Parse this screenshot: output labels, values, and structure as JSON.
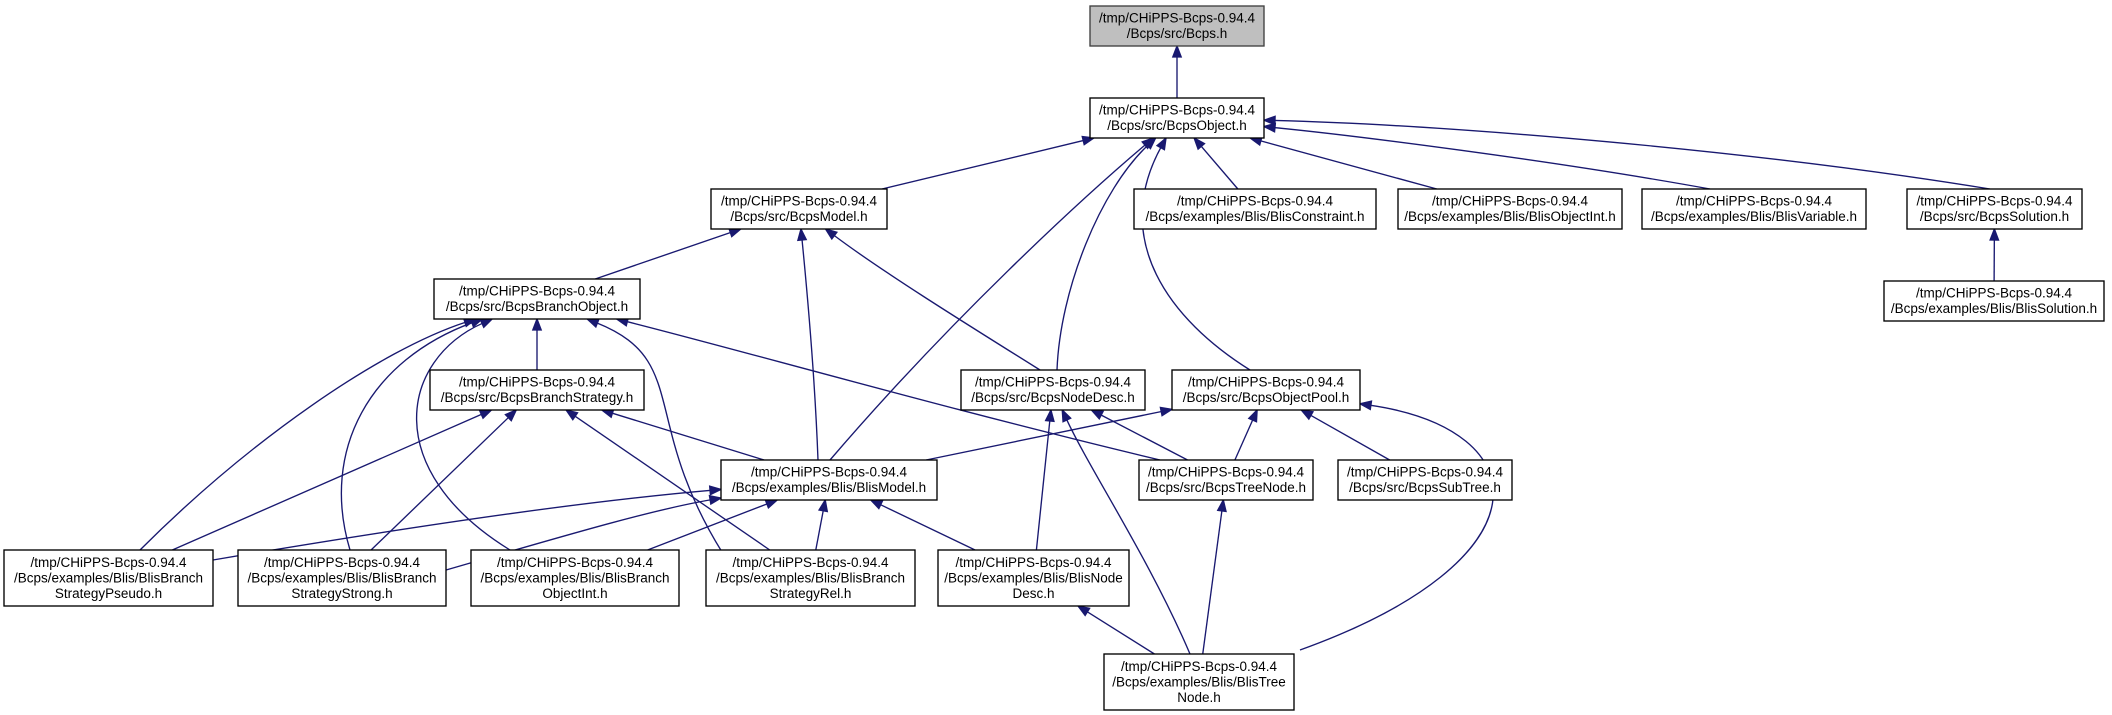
{
  "diagram": {
    "type": "include-dependency-graph",
    "edge_color": "#191970",
    "root_fill": "#bfbfbf",
    "nodes": [
      {
        "id": "bcps_h",
        "lines": [
          "/tmp/CHiPPS-Bcps-0.94.4",
          "/Bcps/src/Bcps.h"
        ],
        "root": true
      },
      {
        "id": "bcpsobject_h",
        "lines": [
          "/tmp/CHiPPS-Bcps-0.94.4",
          "/Bcps/src/BcpsObject.h"
        ]
      },
      {
        "id": "bcpsmodel_h",
        "lines": [
          "/tmp/CHiPPS-Bcps-0.94.4",
          "/Bcps/src/BcpsModel.h"
        ]
      },
      {
        "id": "blisconstraint_h",
        "lines": [
          "/tmp/CHiPPS-Bcps-0.94.4",
          "/Bcps/examples/Blis/BlisConstraint.h"
        ]
      },
      {
        "id": "blisobjectint_h",
        "lines": [
          "/tmp/CHiPPS-Bcps-0.94.4",
          "/Bcps/examples/Blis/BlisObjectInt.h"
        ]
      },
      {
        "id": "blisvariable_h",
        "lines": [
          "/tmp/CHiPPS-Bcps-0.94.4",
          "/Bcps/examples/Blis/BlisVariable.h"
        ]
      },
      {
        "id": "bcpssolution_h",
        "lines": [
          "/tmp/CHiPPS-Bcps-0.94.4",
          "/Bcps/src/BcpsSolution.h"
        ]
      },
      {
        "id": "blissolution_h",
        "lines": [
          "/tmp/CHiPPS-Bcps-0.94.4",
          "/Bcps/examples/Blis/BlisSolution.h"
        ]
      },
      {
        "id": "bcpsbranchobject_h",
        "lines": [
          "/tmp/CHiPPS-Bcps-0.94.4",
          "/Bcps/src/BcpsBranchObject.h"
        ]
      },
      {
        "id": "bcpsbranchstrategy_h",
        "lines": [
          "/tmp/CHiPPS-Bcps-0.94.4",
          "/Bcps/src/BcpsBranchStrategy.h"
        ]
      },
      {
        "id": "bcpsnodedesc_h",
        "lines": [
          "/tmp/CHiPPS-Bcps-0.94.4",
          "/Bcps/src/BcpsNodeDesc.h"
        ]
      },
      {
        "id": "bcpsobjectpool_h",
        "lines": [
          "/tmp/CHiPPS-Bcps-0.94.4",
          "/Bcps/src/BcpsObjectPool.h"
        ]
      },
      {
        "id": "blismodel_h",
        "lines": [
          "/tmp/CHiPPS-Bcps-0.94.4",
          "/Bcps/examples/Blis/BlisModel.h"
        ]
      },
      {
        "id": "bcpstreenode_h",
        "lines": [
          "/tmp/CHiPPS-Bcps-0.94.4",
          "/Bcps/src/BcpsTreeNode.h"
        ]
      },
      {
        "id": "bcpssubtree_h",
        "lines": [
          "/tmp/CHiPPS-Bcps-0.94.4",
          "/Bcps/src/BcpsSubTree.h"
        ]
      },
      {
        "id": "blisbranchstrategypseudo_h",
        "lines": [
          "/tmp/CHiPPS-Bcps-0.94.4",
          "/Bcps/examples/Blis/BlisBranch",
          "StrategyPseudo.h"
        ]
      },
      {
        "id": "blisbranchstrategystrong_h",
        "lines": [
          "/tmp/CHiPPS-Bcps-0.94.4",
          "/Bcps/examples/Blis/BlisBranch",
          "StrategyStrong.h"
        ]
      },
      {
        "id": "blisbranchobjectint_h",
        "lines": [
          "/tmp/CHiPPS-Bcps-0.94.4",
          "/Bcps/examples/Blis/BlisBranch",
          "ObjectInt.h"
        ]
      },
      {
        "id": "blisbranchstrategyrel_h",
        "lines": [
          "/tmp/CHiPPS-Bcps-0.94.4",
          "/Bcps/examples/Blis/BlisBranch",
          "StrategyRel.h"
        ]
      },
      {
        "id": "blisnodedesc_h",
        "lines": [
          "/tmp/CHiPPS-Bcps-0.94.4",
          "/Bcps/examples/Blis/BlisNode",
          "Desc.h"
        ]
      },
      {
        "id": "blistreenode_h",
        "lines": [
          "/tmp/CHiPPS-Bcps-0.94.4",
          "/Bcps/examples/Blis/BlisTree",
          "Node.h"
        ]
      }
    ],
    "edges": [
      {
        "from": "bcpsobject_h",
        "to": "bcps_h"
      },
      {
        "from": "bcpsmodel_h",
        "to": "bcpsobject_h"
      },
      {
        "from": "blismodel_h",
        "to": "bcpsobject_h"
      },
      {
        "from": "bcpsnodedesc_h",
        "to": "bcpsobject_h"
      },
      {
        "from": "bcpsobjectpool_h",
        "to": "bcpsobject_h"
      },
      {
        "from": "blisconstraint_h",
        "to": "bcpsobject_h"
      },
      {
        "from": "blisobjectint_h",
        "to": "bcpsobject_h"
      },
      {
        "from": "blisvariable_h",
        "to": "bcpsobject_h"
      },
      {
        "from": "bcpssolution_h",
        "to": "bcpsobject_h"
      },
      {
        "from": "blissolution_h",
        "to": "bcpssolution_h"
      },
      {
        "from": "bcpsbranchobject_h",
        "to": "bcpsmodel_h"
      },
      {
        "from": "blismodel_h",
        "to": "bcpsmodel_h"
      },
      {
        "from": "bcpsnodedesc_h",
        "to": "bcpsmodel_h"
      },
      {
        "from": "bcpsbranchstrategy_h",
        "to": "bcpsbranchobject_h"
      },
      {
        "from": "bcpstreenode_h",
        "to": "bcpsbranchobject_h"
      },
      {
        "from": "blisbranchstrategypseudo_h",
        "to": "bcpsbranchobject_h"
      },
      {
        "from": "blisbranchstrategystrong_h",
        "to": "bcpsbranchobject_h"
      },
      {
        "from": "blisbranchobjectint_h",
        "to": "bcpsbranchobject_h"
      },
      {
        "from": "blisbranchstrategyrel_h",
        "to": "bcpsbranchobject_h"
      },
      {
        "from": "blismodel_h",
        "to": "bcpsbranchstrategy_h"
      },
      {
        "from": "blisbranchstrategypseudo_h",
        "to": "bcpsbranchstrategy_h"
      },
      {
        "from": "blisbranchstrategystrong_h",
        "to": "bcpsbranchstrategy_h"
      },
      {
        "from": "blisbranchstrategyrel_h",
        "to": "bcpsbranchstrategy_h"
      },
      {
        "from": "bcpstreenode_h",
        "to": "bcpsnodedesc_h"
      },
      {
        "from": "blisnodedesc_h",
        "to": "bcpsnodedesc_h"
      },
      {
        "from": "blistreenode_h",
        "to": "bcpsnodedesc_h"
      },
      {
        "from": "blismodel_h",
        "to": "bcpsobjectpool_h"
      },
      {
        "from": "bcpstreenode_h",
        "to": "bcpsobjectpool_h"
      },
      {
        "from": "bcpssubtree_h",
        "to": "bcpsobjectpool_h"
      },
      {
        "from": "blistreenode_h",
        "to": "bcpsobjectpool_h"
      },
      {
        "from": "blisbranchstrategypseudo_h",
        "to": "blismodel_h"
      },
      {
        "from": "blisbranchstrategystrong_h",
        "to": "blismodel_h"
      },
      {
        "from": "blisbranchobjectint_h",
        "to": "blismodel_h"
      },
      {
        "from": "blisbranchstrategyrel_h",
        "to": "blismodel_h"
      },
      {
        "from": "blisnodedesc_h",
        "to": "blismodel_h"
      },
      {
        "from": "blistreenode_h",
        "to": "bcpstreenode_h"
      },
      {
        "from": "blistreenode_h",
        "to": "blisnodedesc_h"
      }
    ]
  }
}
